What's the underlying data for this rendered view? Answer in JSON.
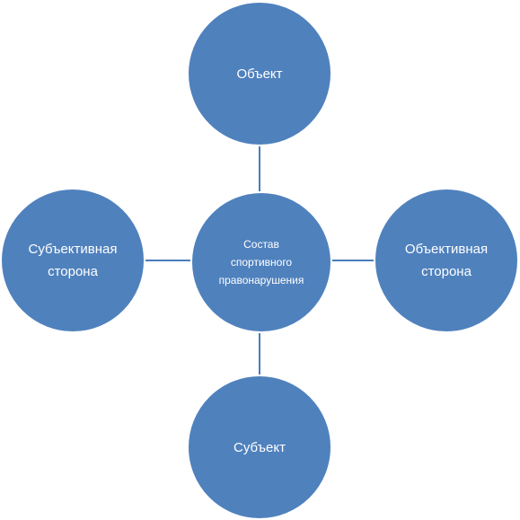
{
  "diagram": {
    "center": {
      "label": "Состав\nспортивного\nправонарушения"
    },
    "top": {
      "label": "Объект"
    },
    "right": {
      "label": "Объективная\nсторона"
    },
    "bottom": {
      "label": "Субъект"
    },
    "left": {
      "label": "Субъективная\nсторона"
    }
  },
  "colors": {
    "node_fill": "#4f81bd",
    "node_border": "#ffffff",
    "connector": "#4a7ebb",
    "label_text": "#ffffff"
  }
}
